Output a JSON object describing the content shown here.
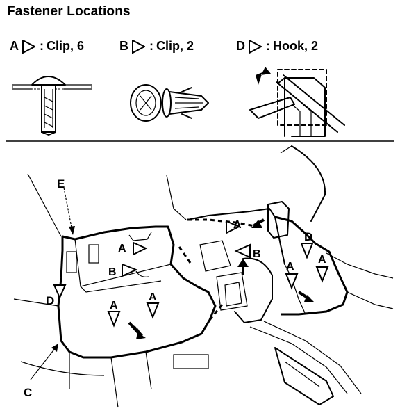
{
  "title": "Fastener Locations",
  "legend": [
    {
      "letter": "A",
      "text": "Clip, 6"
    },
    {
      "letter": "B",
      "text": "Clip, 2"
    },
    {
      "letter": "D",
      "text": "Hook, 2"
    }
  ],
  "callouts": {
    "a": "A",
    "b": "B",
    "c": "C",
    "d": "D",
    "e": "E"
  }
}
